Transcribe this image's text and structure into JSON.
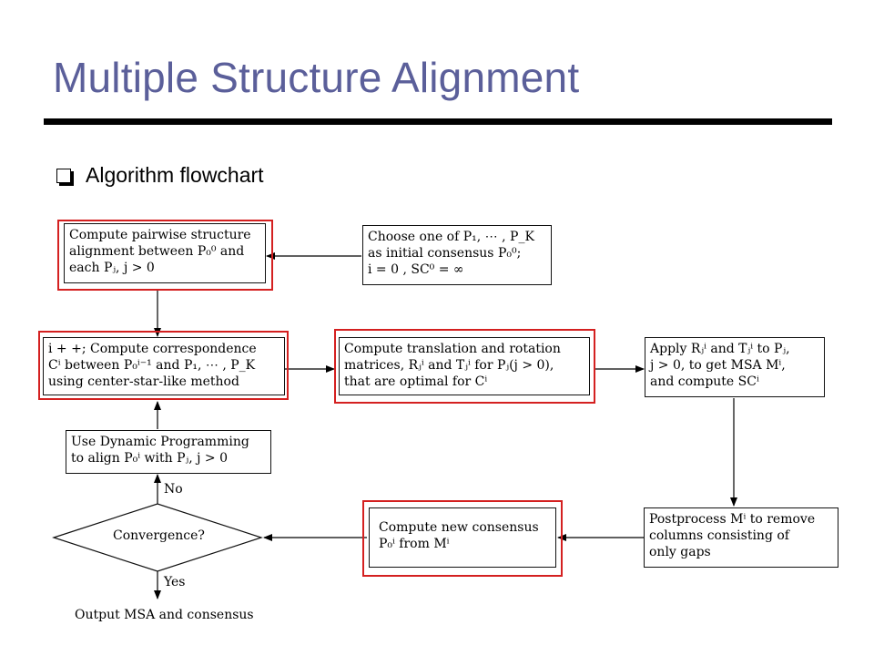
{
  "slide": {
    "title": "Multiple Structure Alignment",
    "bullet": "Algorithm flowchart"
  },
  "flowchart": {
    "pairwise": [
      "Compute pairwise structure",
      "alignment between P₀⁰ and",
      "each Pⱼ, j > 0"
    ],
    "choose": [
      "Choose one of P₁, ⋯ , P_K",
      "as initial consensus P₀⁰;",
      "i = 0 , SC⁰ = ∞"
    ],
    "correspondence": [
      "i + +; Compute correspondence",
      "Cⁱ between P₀ⁱ⁻¹ and P₁, ⋯ , P_K",
      "using center-star-like method"
    ],
    "translation": [
      "Compute translation and rotation",
      "matrices, Rⱼⁱ and Tⱼⁱ for Pⱼ(j > 0),",
      "that are optimal for Cⁱ"
    ],
    "apply": [
      "Apply Rⱼⁱ and Tⱼⁱ to Pⱼ,",
      "j > 0, to get MSA Mⁱ,",
      "and compute SCⁱ"
    ],
    "dp": [
      "Use Dynamic Programming",
      "to align P₀ⁱ with Pⱼ, j > 0"
    ],
    "convergence": "Convergence?",
    "no_label": "No",
    "yes_label": "Yes",
    "consensus": [
      "Compute new consensus",
      "P₀ⁱ from Mⁱ"
    ],
    "postprocess": [
      "Postprocess Mⁱ to remove",
      "columns consisting of",
      "only gaps"
    ],
    "output": "Output MSA and consensus"
  },
  "colors": {
    "title": "#5b5f9a",
    "highlight": "#d42020"
  }
}
